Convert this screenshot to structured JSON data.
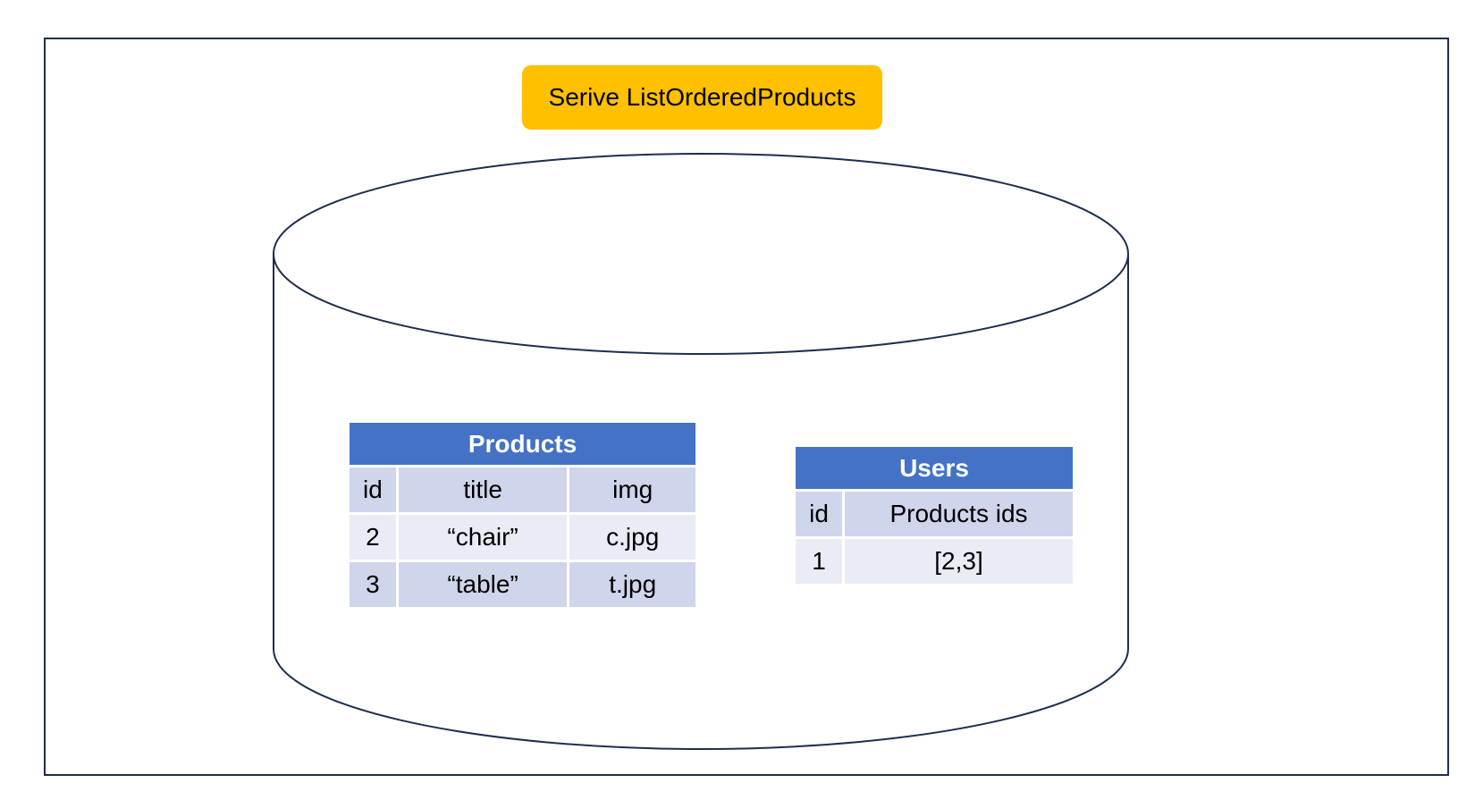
{
  "service": {
    "label": "Serive ListOrderedProducts"
  },
  "colors": {
    "service_fill": "#ffc000",
    "table_header": "#4472c4",
    "row_dark": "#cfd5ea",
    "row_light": "#e9ebf5",
    "outline": "#1f2d4d"
  },
  "products_table": {
    "title": "Products",
    "columns": [
      "id",
      "title",
      "img"
    ],
    "rows": [
      [
        "2",
        "“chair”",
        "c.jpg"
      ],
      [
        "3",
        "“table”",
        "t.jpg"
      ]
    ]
  },
  "users_table": {
    "title": "Users",
    "columns": [
      "id",
      "Products ids"
    ],
    "rows": [
      [
        "1",
        "[2,3]"
      ]
    ]
  }
}
